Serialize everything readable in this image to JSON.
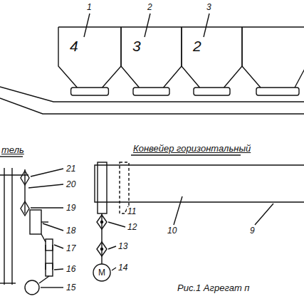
{
  "diagram": {
    "caption": "Рис.1 Агрегат п",
    "nodes": [
      {
        "text": [
          "4"
        ]
      },
      {
        "text": [
          "3"
        ]
      },
      {
        "text": [
          "2"
        ]
      },
      {
        "text": [
          "M"
        ]
      }
    ],
    "labels": [
      "1",
      "2",
      "3",
      "тель",
      "21",
      "20",
      "19",
      "18",
      "17",
      "16",
      "15",
      "Конвейер горизонтальный",
      "11",
      "12",
      "13",
      "14",
      "10",
      "9"
    ]
  }
}
